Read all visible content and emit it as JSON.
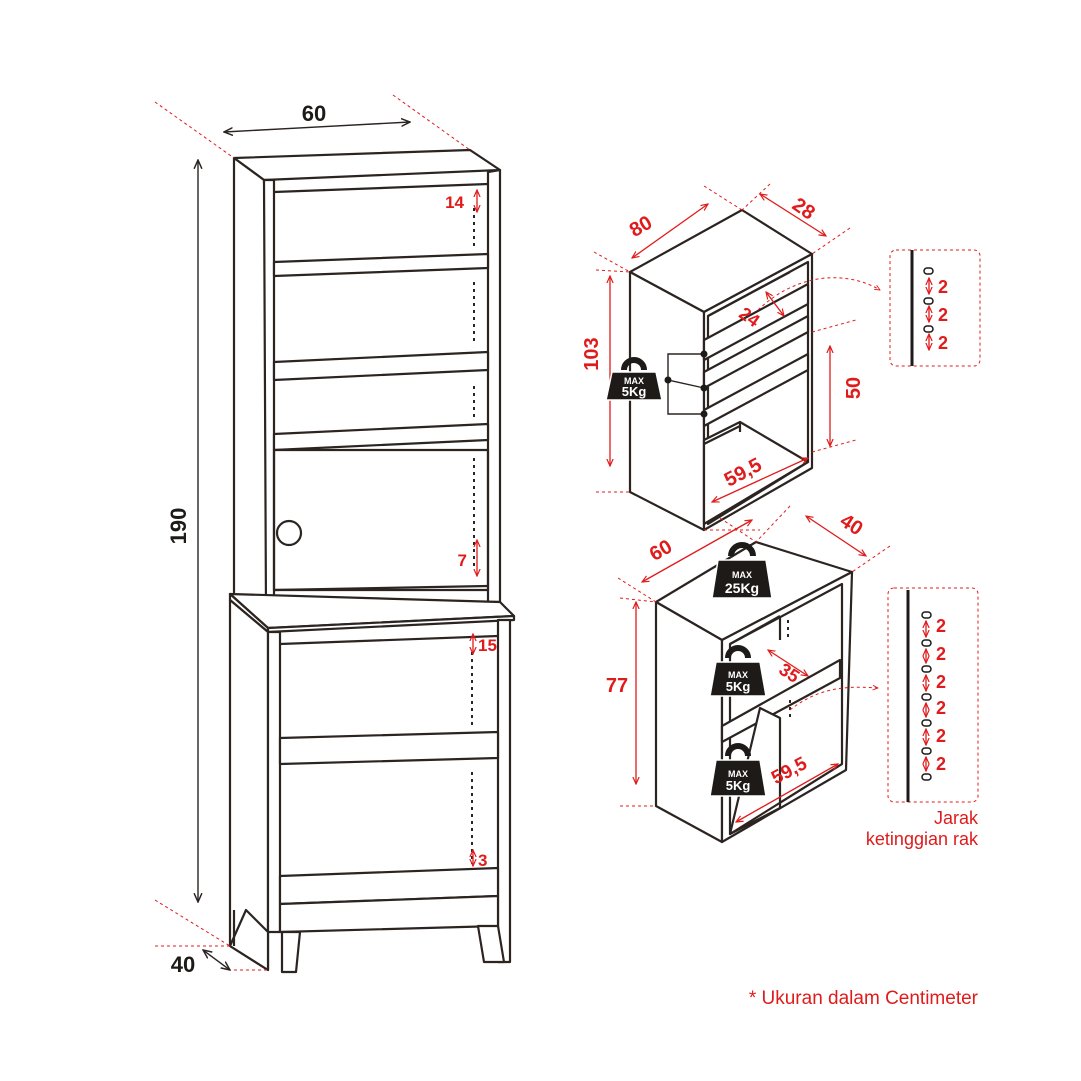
{
  "colors": {
    "accent": "#e01b1b",
    "line": "#2b2421",
    "background": "#ffffff"
  },
  "tall_cabinet": {
    "width_label": "60",
    "height_label": "190",
    "depth_label": "40",
    "upper_spacings": [
      "14",
      "7"
    ],
    "lower_spacings": [
      "15",
      "3"
    ]
  },
  "top_unit": {
    "width_label": "80",
    "depth_label": "28",
    "height_label": "103",
    "shelf_depth_label": "24",
    "inner_height_label": "50",
    "inner_width_label": "59,5",
    "weight": {
      "line1": "MAX",
      "line2": "5Kg"
    },
    "adjust_steps": [
      "2",
      "2",
      "2"
    ]
  },
  "bottom_unit": {
    "width_label": "60",
    "depth_label": "40",
    "height_label": "77",
    "shelf_depth_label": "35",
    "inner_width_label": "59,5",
    "top_weight": {
      "line1": "MAX",
      "line2": "25Kg"
    },
    "shelf_weight": {
      "line1": "MAX",
      "line2": "5Kg"
    },
    "floor_weight": {
      "line1": "MAX",
      "line2": "5Kg"
    },
    "adjust_steps": [
      "2",
      "2",
      "2",
      "2",
      "2",
      "2"
    ]
  },
  "caption": {
    "line1": "Jarak",
    "line2": "ketinggian rak"
  },
  "footnote": "* Ukuran dalam Centimeter"
}
